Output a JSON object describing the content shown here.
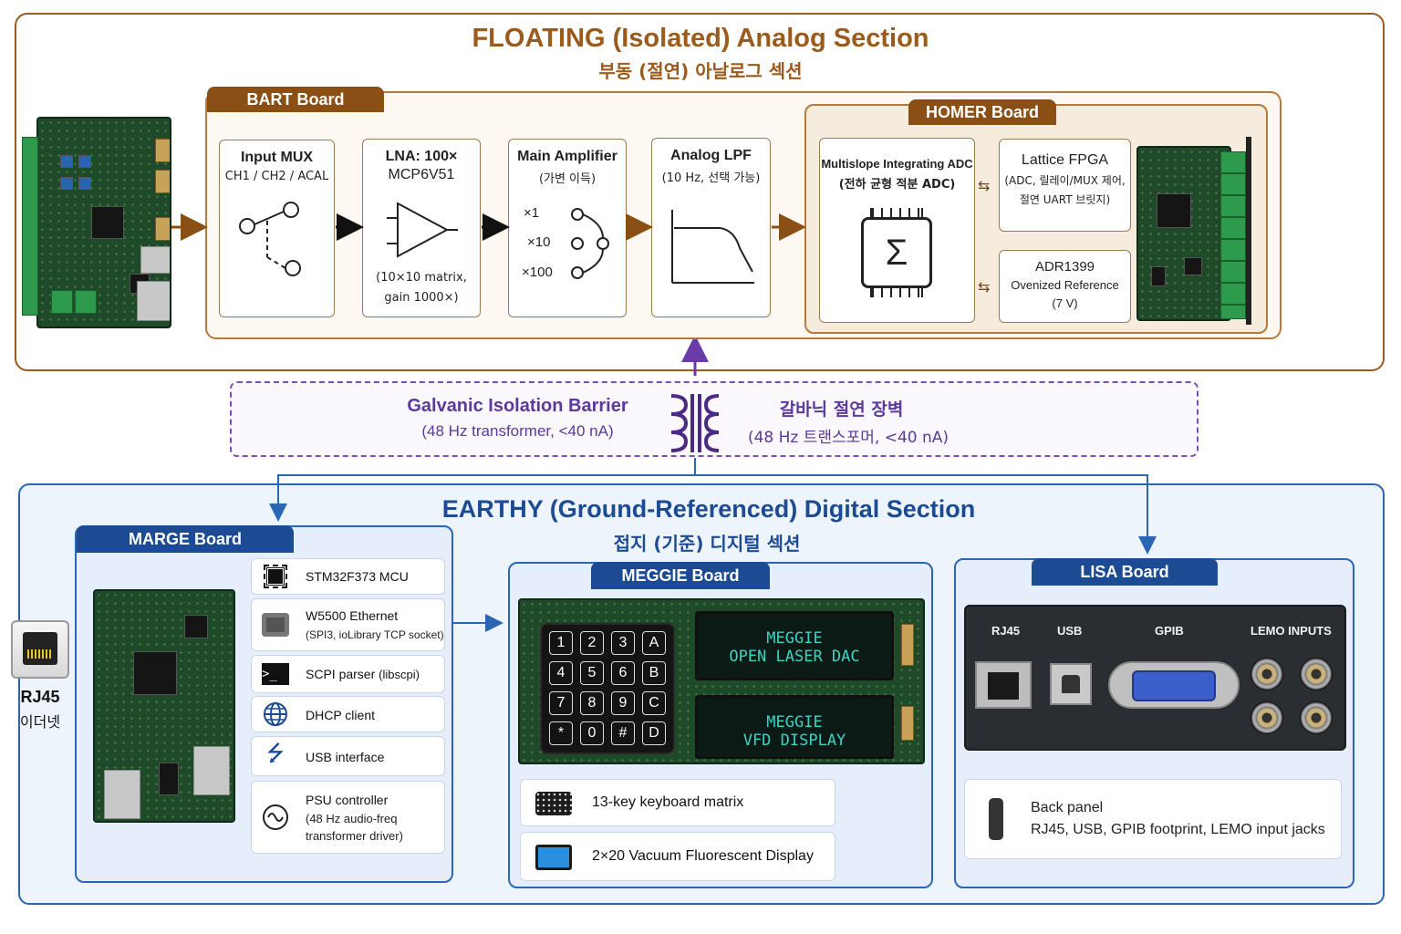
{
  "floating": {
    "title": "FLOATING (Isolated) Analog Section",
    "subtitle": "부동 (절연) 아날로그 섹션"
  },
  "bart": {
    "tab": "BART Board",
    "blocks": [
      {
        "title": "Input MUX",
        "sub": "CH1 / CH2 / ACAL"
      },
      {
        "title": "LNA: 100×",
        "title2": "MCP6V51",
        "sub": "(10×10 matrix,",
        "sub2": "gain 1000×)"
      },
      {
        "title": "Main Amplifier",
        "sub": "(가변 이득)",
        "gains": [
          "×1",
          "×10",
          "×100"
        ]
      },
      {
        "title": "Analog LPF",
        "sub": "(10 Hz, 선택 가능)"
      }
    ]
  },
  "homer": {
    "tab": "HOMER Board",
    "adc_title": "Multislope Integrating ADC",
    "adc_sub": "(전하 균형 적분 ADC)",
    "adc_symbol": "Σ",
    "fpga_title": "Lattice FPGA",
    "fpga_sub1": "(ADC, 릴레이/MUX 제어,",
    "fpga_sub2": "절연 UART 브릿지)",
    "ref_title": "ADR1399",
    "ref_sub1": "Ovenized Reference",
    "ref_sub2": "(7 V)"
  },
  "barrier": {
    "en_title": "Galvanic Isolation Barrier",
    "en_sub": "(48 Hz transformer, <40 nA)",
    "ko_title": "갈바닉 절연 장벽",
    "ko_sub": "(48 Hz 트랜스포머, <40 nA)"
  },
  "earthy": {
    "title": "EARTHY (Ground-Referenced) Digital Section",
    "subtitle": "접지 (기준) 디지털 섹션"
  },
  "rj45": {
    "label": "RJ45",
    "sub": "이더넷"
  },
  "marge": {
    "tab": "MARGE Board",
    "features": [
      {
        "icon": "chip-icon",
        "label": "STM32F373 MCU"
      },
      {
        "icon": "ethernet-icon",
        "label": "W5500 Ethernet",
        "sub": "(SPI3, ioLibrary TCP socket)"
      },
      {
        "icon": "terminal-icon",
        "label": "SCPI parser",
        "sub": "(libscpi)"
      },
      {
        "icon": "globe-icon",
        "label": "DHCP client"
      },
      {
        "icon": "usb-icon",
        "label": "USB interface"
      },
      {
        "icon": "sine-wave-icon",
        "label": "PSU controller",
        "sub": "(48 Hz audio-freq",
        "sub2": "transformer driver)"
      }
    ]
  },
  "meggie": {
    "tab": "MEGGIE Board",
    "keys": [
      "1",
      "2",
      "3",
      "A",
      "4",
      "5",
      "6",
      "B",
      "7",
      "8",
      "9",
      "C",
      "*",
      "0",
      "#",
      "D"
    ],
    "vfd1_line1": "MEGGIE",
    "vfd1_line2": "OPEN LASER DAC",
    "vfd2_line1": "MEGGIE",
    "vfd2_line2": "VFD DISPLAY",
    "feat1": "13-key keyboard matrix",
    "feat2": "2×20 Vacuum Fluorescent Display"
  },
  "lisa": {
    "tab": "LISA Board",
    "panel_labels": {
      "rj45": "RJ45",
      "usb": "USB",
      "gpib": "GPIB",
      "lemo": "LEMO INPUTS"
    },
    "note_title": "Back panel",
    "note_sub": "RJ45, USB, GPIB footprint, LEMO input jacks"
  },
  "colors": {
    "floating_accent": "#9a5b1c",
    "barrier_accent": "#5b3a9a",
    "earthy_accent": "#1c4b93"
  }
}
